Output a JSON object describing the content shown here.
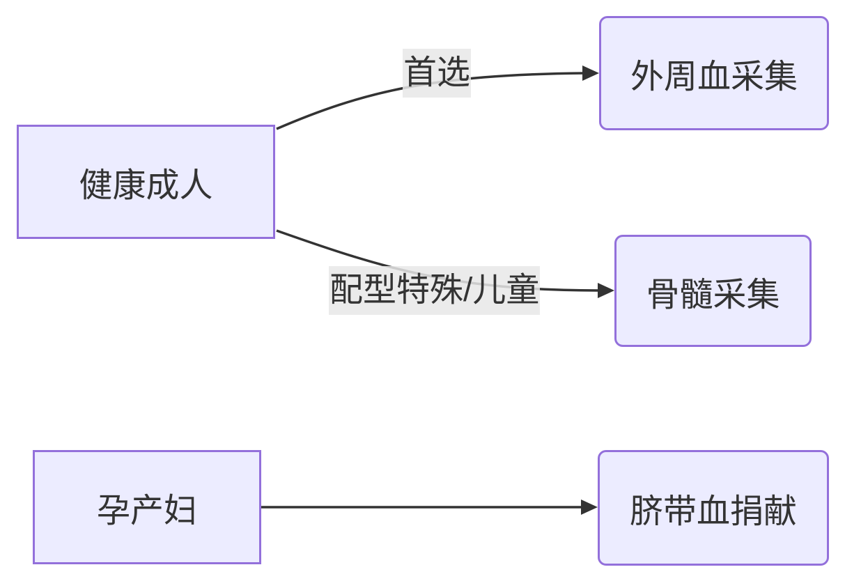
{
  "diagram": {
    "type": "flowchart",
    "direction": "LR",
    "nodes": [
      {
        "id": "healthy-adult",
        "label": "健康成人",
        "shape": "rectangle"
      },
      {
        "id": "peripheral-blood-collection",
        "label": "外周血采集",
        "shape": "rounded"
      },
      {
        "id": "bone-marrow-collection",
        "label": "骨髓采集",
        "shape": "rounded"
      },
      {
        "id": "pregnant-women",
        "label": "孕产妇",
        "shape": "rectangle"
      },
      {
        "id": "cord-blood-donation",
        "label": "脐带血捐献",
        "shape": "rounded"
      }
    ],
    "edges": [
      {
        "from": "healthy-adult",
        "to": "peripheral-blood-collection",
        "label": "首选"
      },
      {
        "from": "healthy-adult",
        "to": "bone-marrow-collection",
        "label": "配型特殊/儿童"
      },
      {
        "from": "pregnant-women",
        "to": "cord-blood-donation",
        "label": ""
      }
    ],
    "colors": {
      "node_fill": "#ECECFF",
      "node_border": "#9370DB",
      "edge_stroke": "#333333",
      "edge_label_background": "#e8e8e8",
      "text": "#333333",
      "background": "#ffffff"
    }
  }
}
